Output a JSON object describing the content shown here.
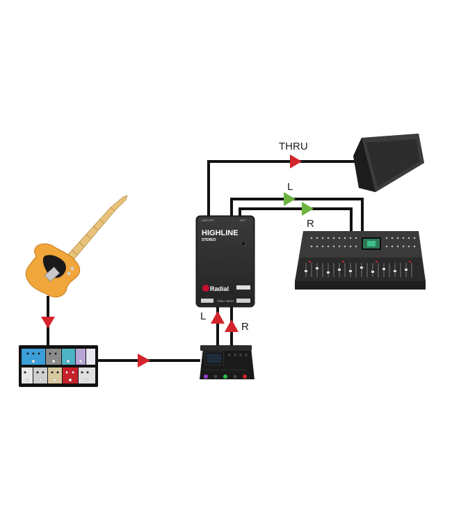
{
  "labels": {
    "thru": "THRU",
    "left_top": "L",
    "right_top": "R",
    "left_bottom": "L",
    "right_bottom": "R"
  },
  "highline": {
    "brand_logo": "Radial",
    "model": "HIGHLINE",
    "model_sub": "STEREO",
    "jack_thru": "THRU",
    "jack_input": "INPUT"
  },
  "colors": {
    "cable": "#111111",
    "arrow_red": "#d3232b",
    "arrow_green": "#6cb33f",
    "guitar_body": "#f0a63a",
    "neck": "#e8c27a",
    "device_dark": "#2a2a2a",
    "radial_red": "#c8102e"
  },
  "icons": {
    "guitar": "electric-guitar-icon",
    "pedalboard": "pedalboard-icon",
    "multi_effects": "multi-effects-unit-icon",
    "di_box": "di-box-icon",
    "mixer": "mixing-console-icon",
    "monitor": "stage-monitor-icon"
  }
}
